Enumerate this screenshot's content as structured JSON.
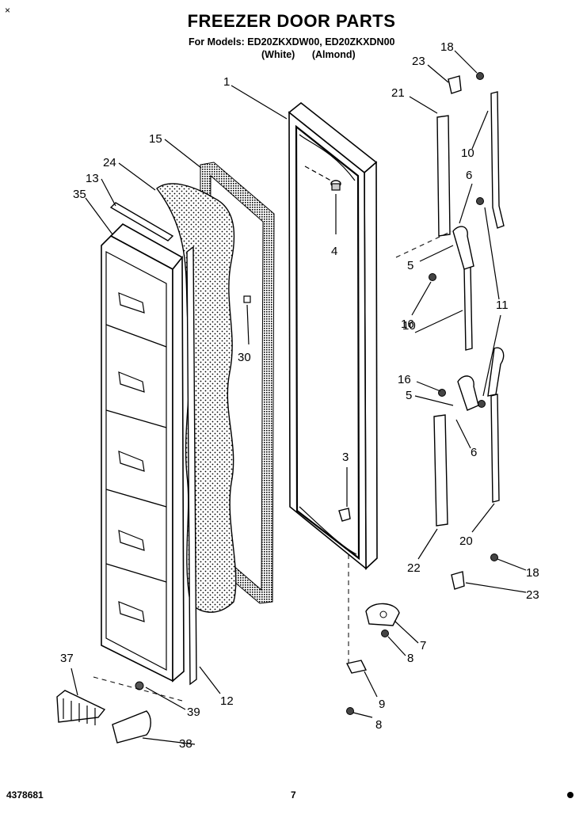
{
  "header": {
    "title": "FREEZER DOOR PARTS",
    "models_line": "For Models: ED20ZKXDW00, ED20ZKXDN00",
    "variants_line": "(White) (Almond)"
  },
  "footer": {
    "doc_number": "4378681",
    "page_number": "7",
    "corner_mark": "×"
  },
  "callouts": [
    "1",
    "3",
    "4",
    "5",
    "5",
    "6",
    "6",
    "7",
    "8",
    "8",
    "9",
    "10",
    "10",
    "11",
    "12",
    "13",
    "15",
    "16",
    "16",
    "18",
    "18",
    "20",
    "21",
    "22",
    "23",
    "23",
    "24",
    "30",
    "35",
    "37",
    "38",
    "39"
  ]
}
